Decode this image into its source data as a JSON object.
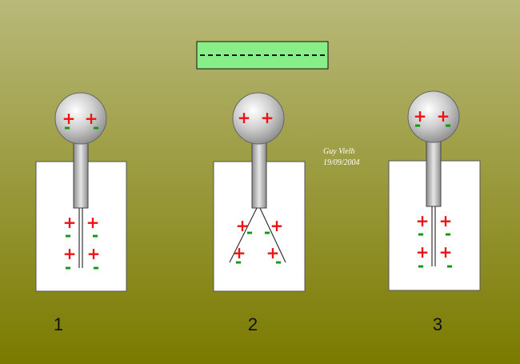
{
  "colors": {
    "background_top": "#b9b97a",
    "background_bottom": "#7a7a00",
    "charged_plate": "#88ee88",
    "positive_charge": "#ee1111",
    "negative_charge": "#119911"
  },
  "plate": {
    "marking": "- - - - - - - - - - - - - - - -"
  },
  "signature": {
    "author": "Guy Vielh",
    "date": "19/09/2004"
  },
  "electroscopes": [
    {
      "label": "1",
      "ball_charges": [
        "+",
        "+",
        "-",
        "-"
      ],
      "leaves": "closed",
      "leaf_charges": [
        "+",
        "+",
        "-",
        "-",
        "+",
        "+",
        "-",
        "-"
      ]
    },
    {
      "label": "2",
      "ball_charges": [
        "+",
        "+"
      ],
      "leaves": "diverged",
      "leaf_charges": [
        "+",
        "+",
        "-",
        "-",
        "+",
        "+",
        "-",
        "-"
      ]
    },
    {
      "label": "3",
      "ball_charges": [
        "+",
        "+",
        "-",
        "-"
      ],
      "leaves": "closed",
      "leaf_charges": [
        "+",
        "+",
        "-",
        "-",
        "+",
        "+",
        "-",
        "-"
      ]
    }
  ]
}
